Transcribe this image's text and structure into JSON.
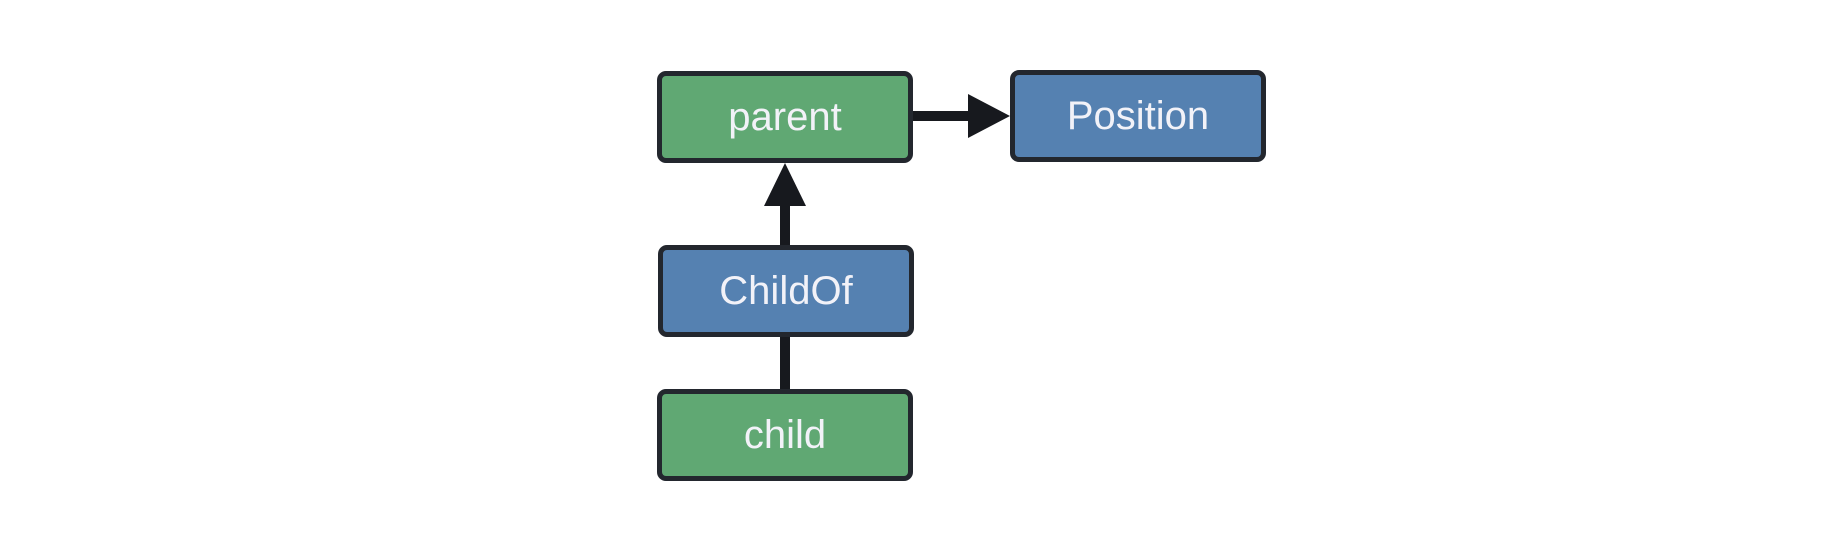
{
  "diagram": {
    "nodes": [
      {
        "id": "parent",
        "label": "parent",
        "color": "green"
      },
      {
        "id": "Position",
        "label": "Position",
        "color": "blue"
      },
      {
        "id": "ChildOf",
        "label": "ChildOf",
        "color": "blue"
      },
      {
        "id": "child",
        "label": "child",
        "color": "green"
      }
    ],
    "edges": [
      {
        "from": "parent",
        "to": "Position",
        "connector": "arrow"
      },
      {
        "from": "ChildOf",
        "to": "parent",
        "connector": "arrow"
      },
      {
        "from": "child",
        "to": "ChildOf",
        "connector": "line"
      }
    ]
  },
  "colors": {
    "background": "#FFFFFF",
    "entity-fill": "#60A873",
    "component-fill": "#5581B1",
    "node-border": "#23272E",
    "node-text": "#F2F2F8",
    "edge": "#17191E"
  }
}
